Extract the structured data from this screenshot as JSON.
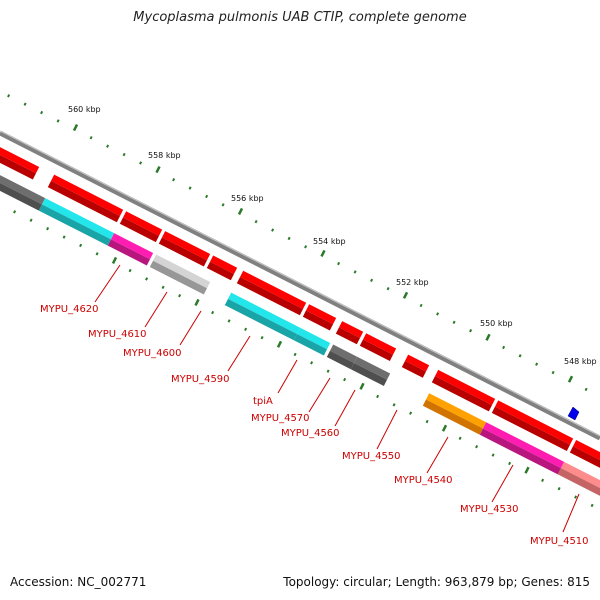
{
  "title": "Mycoplasma pulmonis UAB CTIP, complete genome",
  "accession": "Accession: NC_002771",
  "summary": "Topology: circular; Length: 963,879 bp; Genes: 815",
  "colors": {
    "cds_forward": "#e00000",
    "cds_reverse_red": "#e00000",
    "gray_dark": "#606060",
    "gray_light": "#b8b8b8",
    "cyan": "#1ec8cc",
    "magenta": "#e0199a",
    "orange": "#ff8c00",
    "pink": "#f07a7a",
    "label": "#cc0000",
    "tick": "#2a7a2a",
    "backbone": "#808080",
    "marker": "#0000ee"
  },
  "ticks": [
    "560 kbp",
    "558 kbp",
    "556 kbp",
    "554 kbp",
    "552 kbp",
    "550 kbp",
    "548 kbp"
  ],
  "gene_labels": [
    "MYPU_4620",
    "MYPU_4610",
    "MYPU_4600",
    "MYPU_4590",
    "tpiA",
    "MYPU_4570",
    "MYPU_4560",
    "MYPU_4550",
    "MYPU_4540",
    "MYPU_4530",
    "MYPU_4510"
  ],
  "features": [
    {
      "track": "outer",
      "color": "cds_forward",
      "t0": -0.05,
      "t1": 0.06
    },
    {
      "track": "outer",
      "color": "cds_forward",
      "t0": 0.085,
      "t1": 0.2
    },
    {
      "track": "outer",
      "color": "cds_forward",
      "t0": 0.205,
      "t1": 0.265
    },
    {
      "track": "outer",
      "color": "cds_forward",
      "t0": 0.27,
      "t1": 0.345
    },
    {
      "track": "outer",
      "color": "cds_forward",
      "t0": 0.35,
      "t1": 0.39
    },
    {
      "track": "outer",
      "color": "cds_forward",
      "t0": 0.4,
      "t1": 0.505
    },
    {
      "track": "outer",
      "color": "cds_forward",
      "t0": 0.51,
      "t1": 0.555
    },
    {
      "track": "outer",
      "color": "cds_forward",
      "t0": 0.565,
      "t1": 0.6
    },
    {
      "track": "outer",
      "color": "cds_forward",
      "t0": 0.605,
      "t1": 0.655
    },
    {
      "track": "outer",
      "color": "cds_forward",
      "t0": 0.675,
      "t1": 0.71
    },
    {
      "track": "outer",
      "color": "cds_forward",
      "t0": 0.725,
      "t1": 0.82
    },
    {
      "track": "outer",
      "color": "cds_forward",
      "t0": 0.825,
      "t1": 0.95
    },
    {
      "track": "outer",
      "color": "cds_forward",
      "t0": 0.955,
      "t1": 1.05
    },
    {
      "track": "inner",
      "color": "gray_dark",
      "t0": -0.05,
      "t1": 0.07
    },
    {
      "track": "inner",
      "color": "cyan",
      "t0": 0.07,
      "t1": 0.185
    },
    {
      "track": "inner",
      "color": "magenta",
      "t0": 0.185,
      "t1": 0.25
    },
    {
      "track": "inner",
      "color": "gray_light",
      "t0": 0.255,
      "t1": 0.345
    },
    {
      "track": "inner",
      "color": "cyan",
      "t0": 0.38,
      "t1": 0.495
    },
    {
      "track": "inner",
      "color": "cyan",
      "t0": 0.495,
      "t1": 0.545
    },
    {
      "track": "inner",
      "color": "gray_dark",
      "t0": 0.55,
      "t1": 0.59
    },
    {
      "track": "inner",
      "color": "gray_dark",
      "t0": 0.59,
      "t1": 0.645
    },
    {
      "track": "inner",
      "color": "orange",
      "t0": 0.71,
      "t1": 0.805
    },
    {
      "track": "inner",
      "color": "magenta",
      "t0": 0.805,
      "t1": 0.935
    },
    {
      "track": "inner",
      "color": "pink",
      "t0": 0.935,
      "t1": 1.05
    }
  ]
}
